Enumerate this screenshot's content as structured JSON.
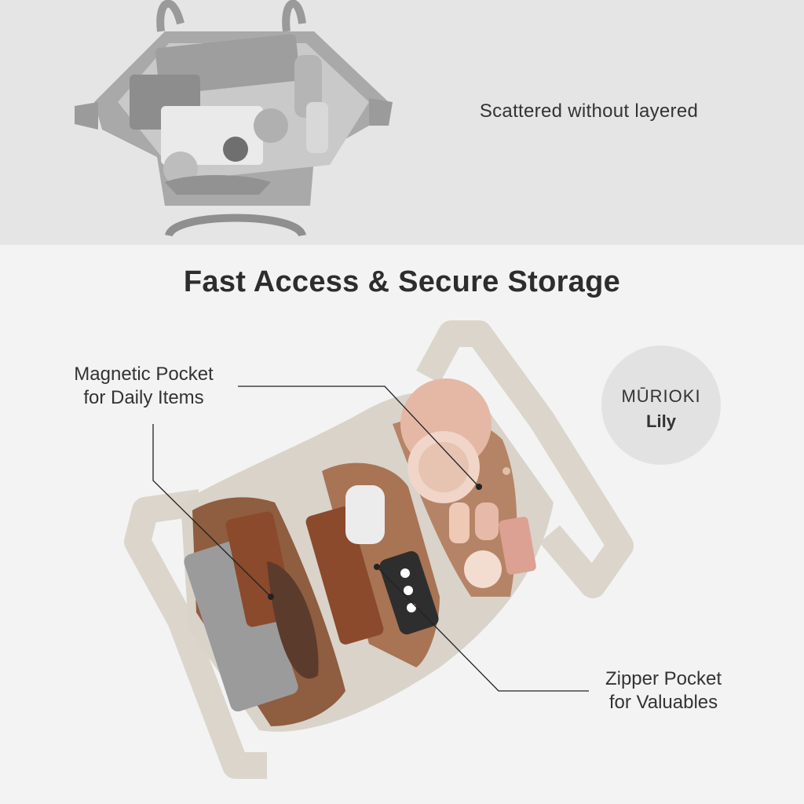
{
  "top_section": {
    "caption": "Scattered without layered"
  },
  "main": {
    "title": "Fast Access & Secure Storage"
  },
  "callouts": {
    "magnetic_line1": "Magnetic Pocket",
    "magnetic_line2": "for Daily Items",
    "zipper_line1": "Zipper Pocket",
    "zipper_line2": "for Valuables"
  },
  "brand": {
    "name": "MŪRIOKI",
    "model": "Lily"
  },
  "colors": {
    "top_background": "#e5e5e5",
    "bottom_background": "#f3f3f3",
    "bag_gray": "#a7a7a7",
    "bag_canvas": "#d8d3cb",
    "lining_brown": "#9a6a48",
    "leather_brown": "#8b4a2b",
    "blush": "#e7b9a8",
    "brand_circle": "#e2e2e2"
  },
  "icons": [
    "gray-tote-photo",
    "canvas-tote-photo",
    "leader-line"
  ]
}
